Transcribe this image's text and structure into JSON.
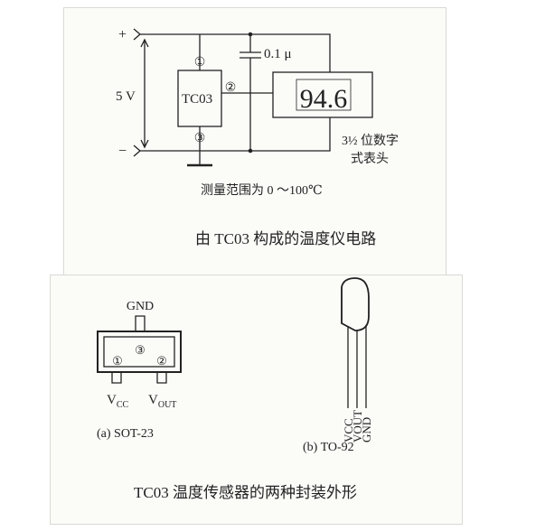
{
  "circuit": {
    "plus_sign": "+",
    "minus_sign": "−",
    "voltage_label": "5 V",
    "chip_label": "TC03",
    "pin1": "①",
    "pin2": "②",
    "pin3": "③",
    "capacitor_label": "0.1 μ",
    "display_digits": "94.6",
    "meter_label_line1": "3½ 位数字",
    "meter_label_line2": "式表头",
    "range_text": "测量范围为 0 ～100℃",
    "caption": "由 TC03 构成的温度仪电路"
  },
  "packages": {
    "sot23": {
      "gnd_label": "GND",
      "pin1": "①",
      "pin2": "②",
      "pin3": "③",
      "vcc_main": "V",
      "vcc_sub": "CC",
      "vout_main": "V",
      "vout_sub": "OUT",
      "label": "(a) SOT-23"
    },
    "to92": {
      "vcc_label": "VCC",
      "vout_label": "VOUT",
      "gnd_label": "GND",
      "label": "(b) TO-92"
    },
    "caption": "TC03 温度传感器的两种封装外形"
  },
  "colors": {
    "ink": "#222222",
    "panel": "#fbfbf8"
  }
}
